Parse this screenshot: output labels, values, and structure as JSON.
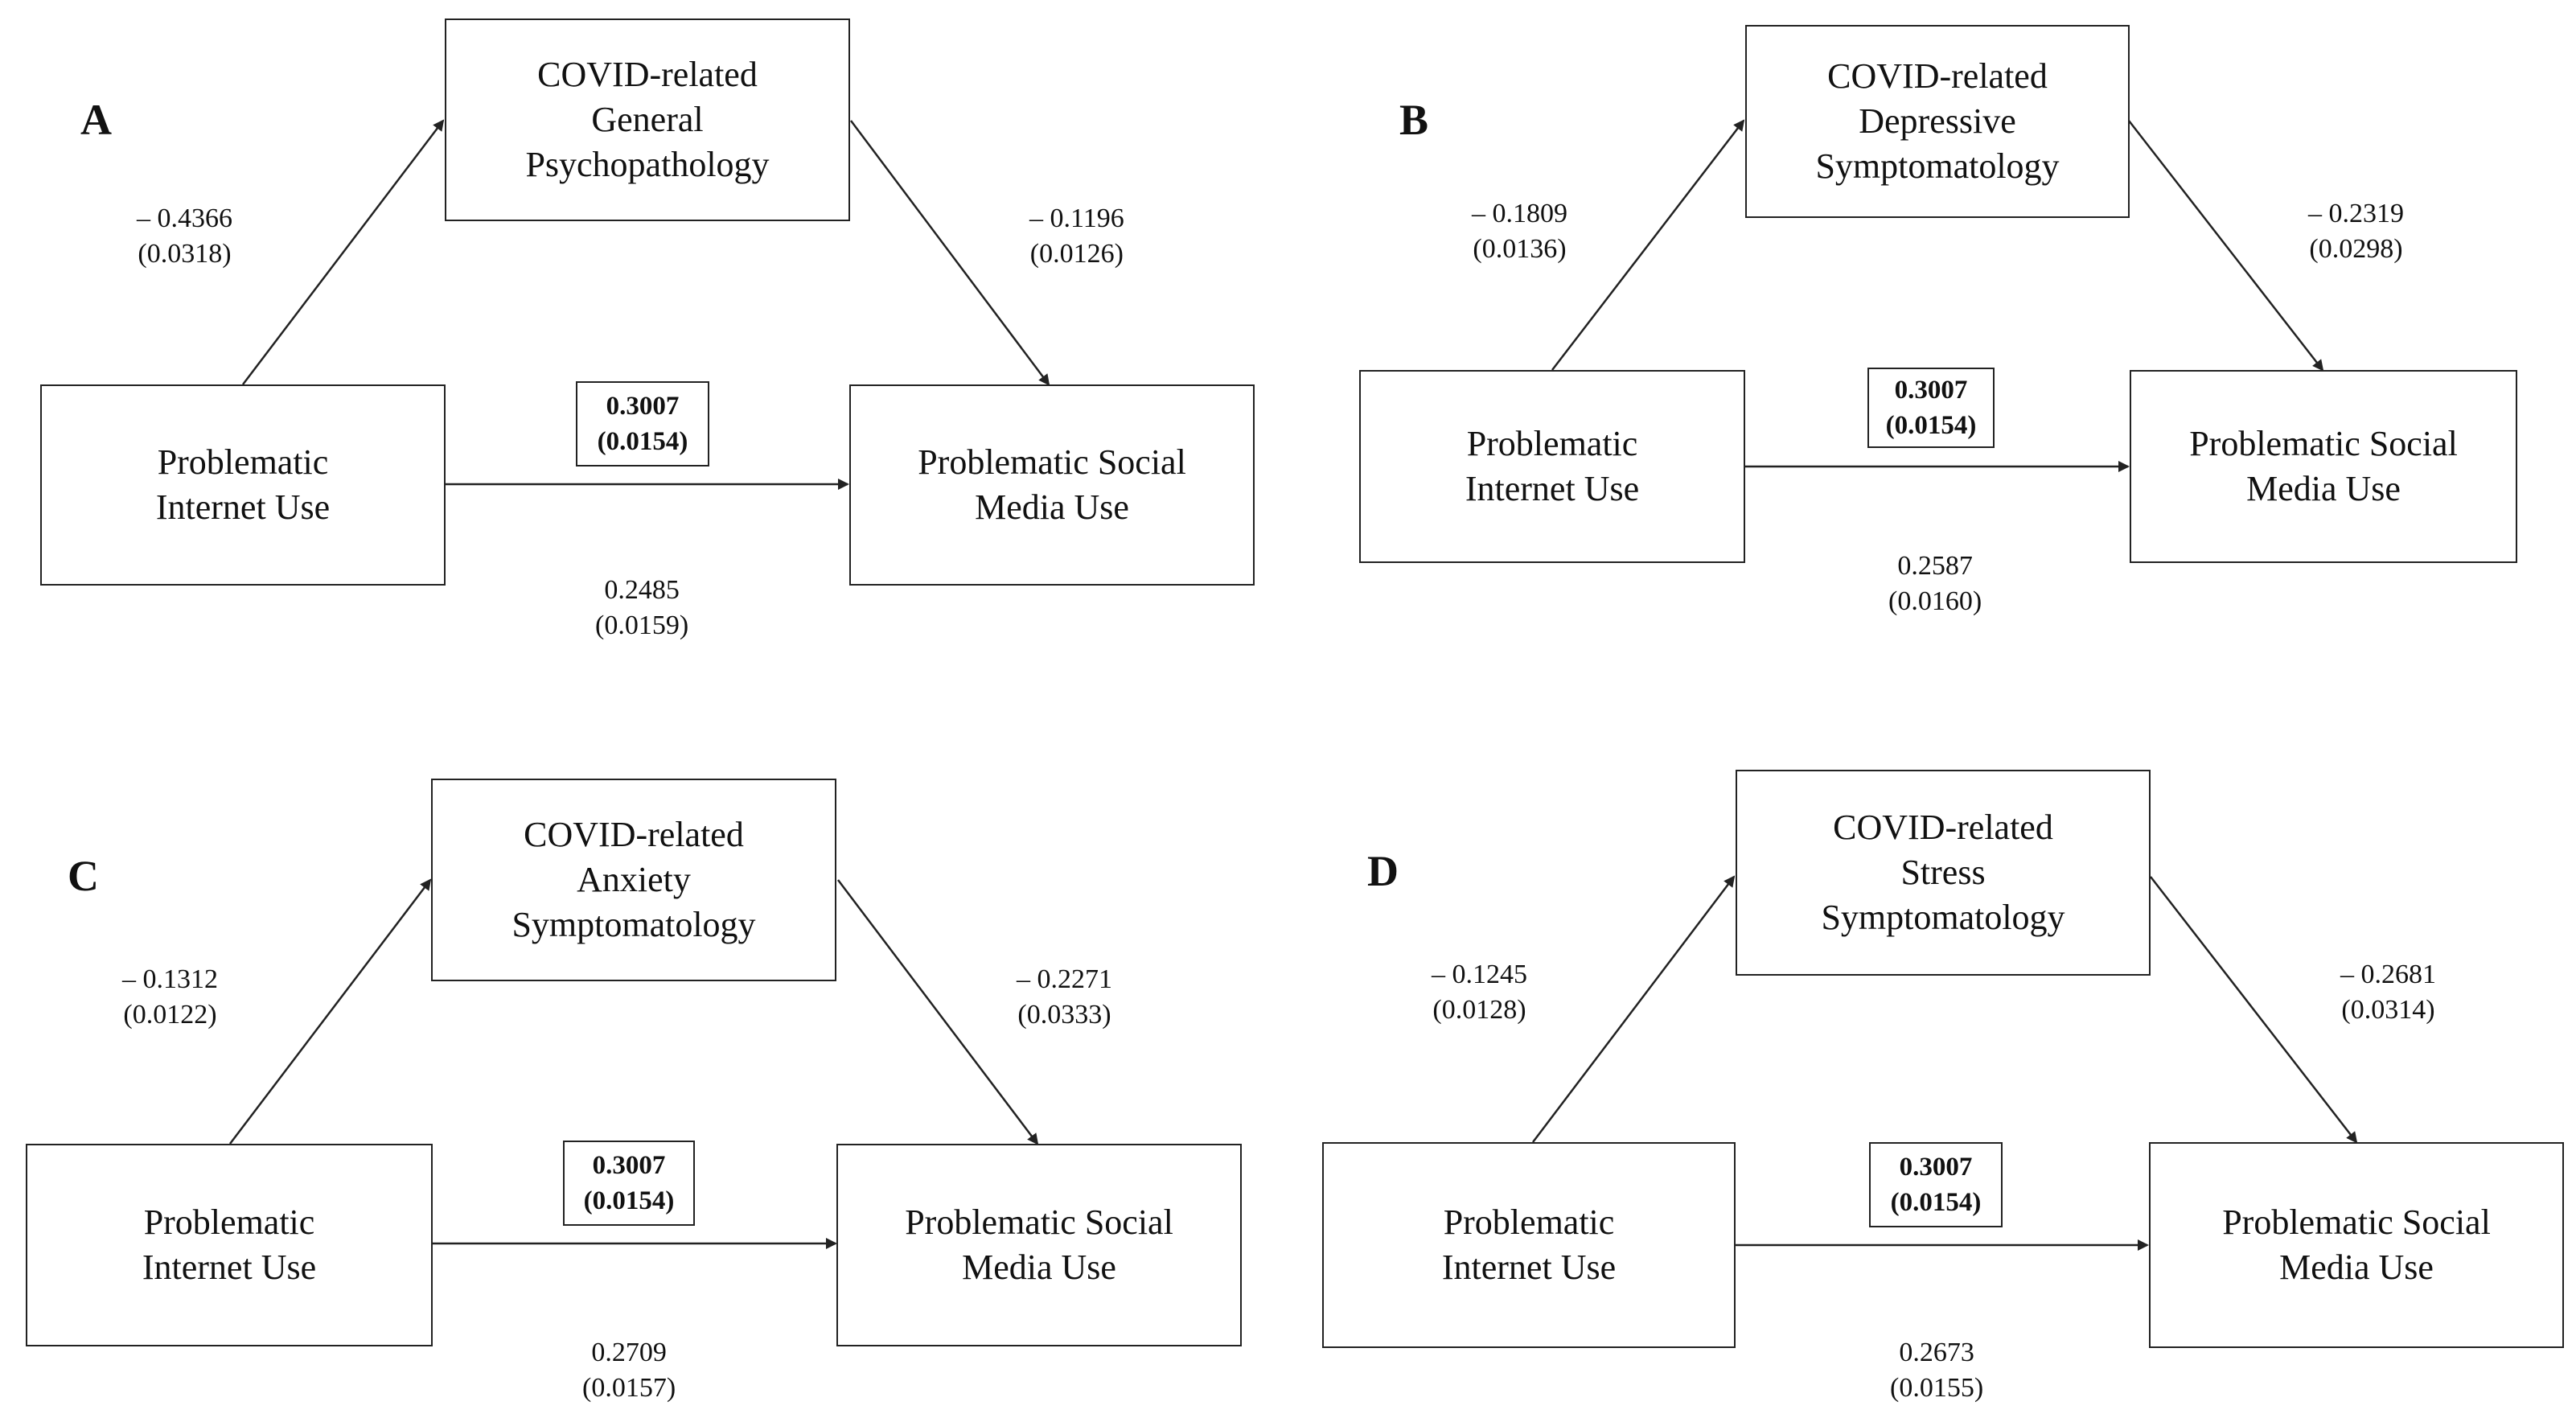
{
  "panels": [
    {
      "label": "A",
      "mediator": [
        "COVID-related",
        "General",
        "Psychopathology"
      ],
      "predictor": [
        "Problematic",
        "Internet Use"
      ],
      "outcome": [
        "Problematic Social",
        "Media Use"
      ],
      "path_a": {
        "coef": "–  0.4366",
        "se": "(0.0318)"
      },
      "path_b": {
        "coef": "– 0.1196",
        "se": "(0.0126)"
      },
      "total": {
        "coef": "0.3007",
        "se": "(0.0154)"
      },
      "direct": {
        "coef": "0.2485",
        "se": "(0.0159)"
      }
    },
    {
      "label": "B",
      "mediator": [
        "COVID-related",
        "Depressive",
        "Symptomatology"
      ],
      "predictor": [
        "Problematic",
        "Internet Use"
      ],
      "outcome": [
        "Problematic Social",
        "Media Use"
      ],
      "path_a": {
        "coef": "–  0.1809",
        "se": "(0.0136)"
      },
      "path_b": {
        "coef": "–  0.2319",
        "se": "(0.0298)"
      },
      "total": {
        "coef": "0.3007",
        "se": "(0.0154)"
      },
      "direct": {
        "coef": "0.2587",
        "se": "(0.0160)"
      }
    },
    {
      "label": "C",
      "mediator": [
        "COVID-related",
        "Anxiety",
        "Symptomatology"
      ],
      "predictor": [
        "Problematic",
        "Internet Use"
      ],
      "outcome": [
        "Problematic Social",
        "Media Use"
      ],
      "path_a": {
        "coef": "–  0.1312",
        "se": "(0.0122)"
      },
      "path_b": {
        "coef": "–  0.2271",
        "se": "(0.0333)"
      },
      "total": {
        "coef": "0.3007",
        "se": "(0.0154)"
      },
      "direct": {
        "coef": "0.2709",
        "se": "(0.0157)"
      }
    },
    {
      "label": "D",
      "mediator": [
        "COVID-related",
        "Stress",
        "Symptomatology"
      ],
      "predictor": [
        "Problematic",
        "Internet Use"
      ],
      "outcome": [
        "Problematic Social",
        "Media Use"
      ],
      "path_a": {
        "coef": "–  0.1245",
        "se": "(0.0128)"
      },
      "path_b": {
        "coef": "–  0.2681",
        "se": "(0.0314)"
      },
      "total": {
        "coef": "0.3007",
        "se": "(0.0154)"
      },
      "direct": {
        "coef": "0.2673",
        "se": "(0.0155)"
      }
    }
  ]
}
